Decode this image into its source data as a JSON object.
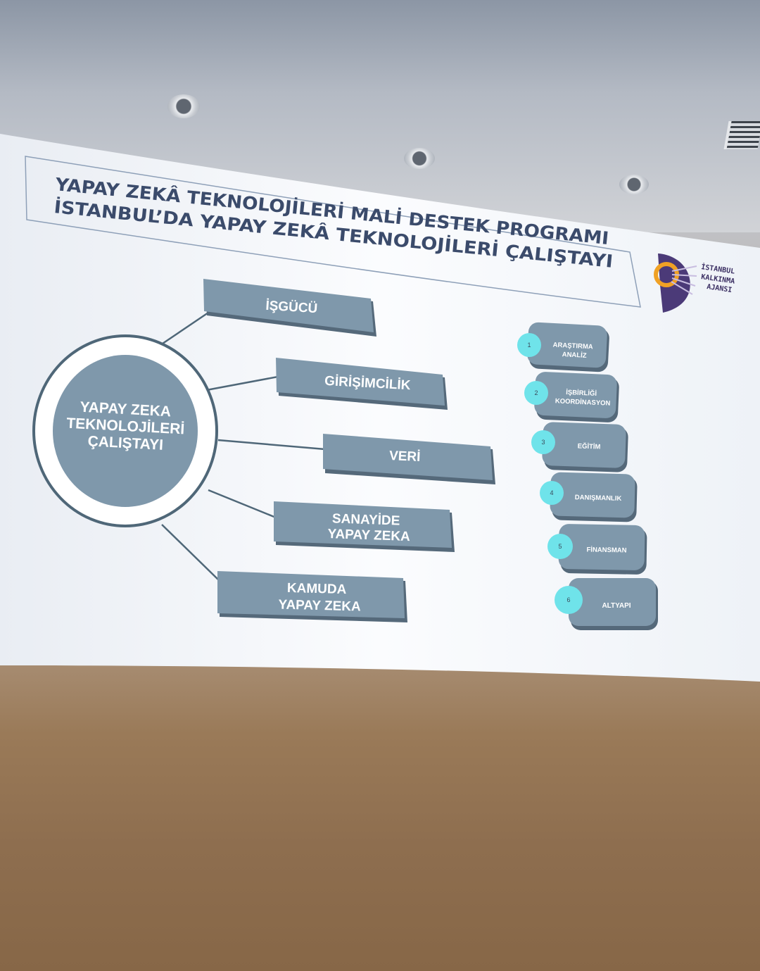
{
  "slide": {
    "title_line1": "YAPAY ZEKÂ TEKNOLOJİLERİ MALİ DESTEK PROGRAMI",
    "title_line2": "İSTANBUL’DA YAPAY ZEKÂ TEKNOLOJİLERİ ÇALIŞTAYI",
    "hub": [
      "YAPAY ZEKA",
      "TEKNOLOJİLERİ",
      "ÇALIŞTAYI"
    ],
    "branches": [
      {
        "label": [
          "İŞGÜCÜ"
        ]
      },
      {
        "label": [
          "GİRİŞİMCİLİK"
        ]
      },
      {
        "label": [
          "VERİ"
        ]
      },
      {
        "label": [
          "SANAYİDE",
          "YAPAY ZEKA"
        ]
      },
      {
        "label": [
          "KAMUDA",
          "YAPAY ZEKA"
        ]
      }
    ],
    "steps": [
      {
        "number": "1",
        "label": [
          "ARAŞTIRMA",
          "ANALİZ"
        ]
      },
      {
        "number": "2",
        "label": [
          "İŞBİRLİĞİ",
          "KOORDİNASYON"
        ]
      },
      {
        "number": "3",
        "label": [
          "EĞİTİM"
        ]
      },
      {
        "number": "4",
        "label": [
          "DANIŞMANLIK"
        ]
      },
      {
        "number": "5",
        "label": [
          "FİNANSMAN"
        ]
      },
      {
        "number": "6",
        "label": [
          "ALTYAPI"
        ]
      }
    ],
    "logo_text": [
      "İSTANBUL",
      "KALKINMA",
      "AJANSI"
    ],
    "colors": {
      "box": "#7f98ab",
      "box_dark": "#6f8798",
      "accent_num": "#6fe3ea",
      "title": "#3b4b6b",
      "logo_orange": "#f0a125",
      "logo_purple": "#4b3a78"
    }
  }
}
